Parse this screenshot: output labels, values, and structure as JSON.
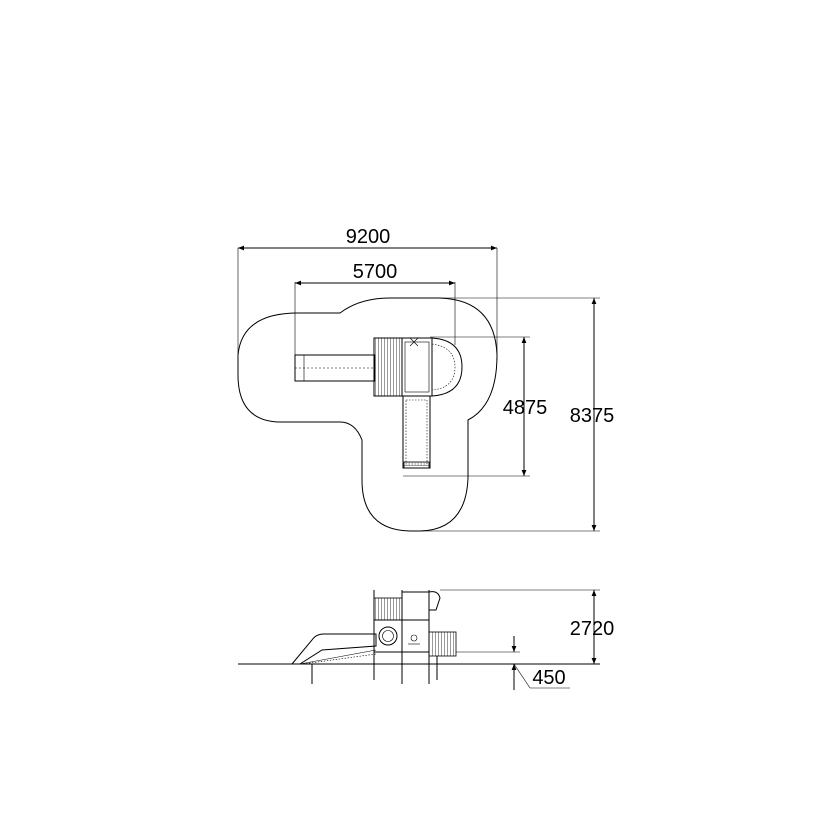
{
  "drawing": {
    "plan_view": {
      "overall_width": "9200",
      "inner_width": "5700",
      "overall_depth": "8375",
      "inner_depth": "4875"
    },
    "side_view": {
      "overall_height": "2720",
      "platform_height": "450"
    },
    "colors": {
      "line": "#000000",
      "background": "#ffffff"
    }
  }
}
